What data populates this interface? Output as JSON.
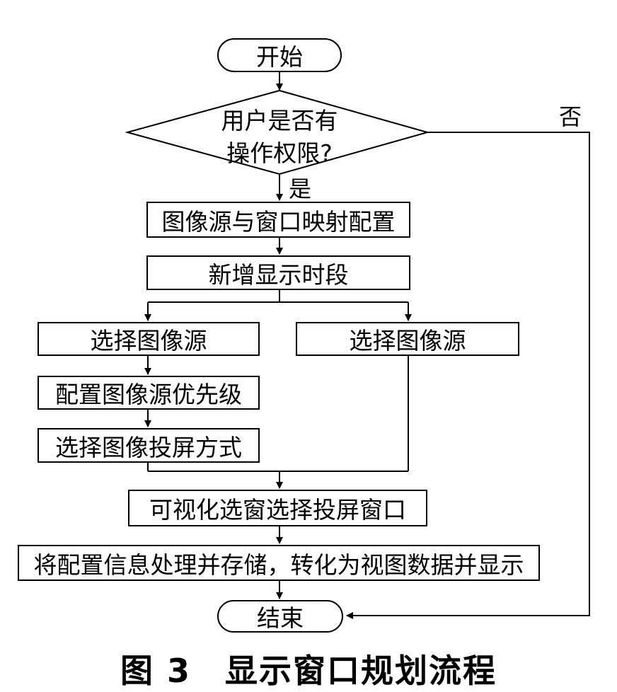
{
  "flowchart": {
    "start": "开始",
    "decision_line1": "用户是否有",
    "decision_line2": "操作权限?",
    "yes": "是",
    "no": "否",
    "step_mapping": "图像源与窗口映射配置",
    "step_add_period": "新增显示时段",
    "step_select_source_left": "选择图像源",
    "step_select_source_right": "选择图像源",
    "step_priority": "配置图像源优先级",
    "step_projection_mode": "选择图像投屏方式",
    "step_select_window": "可视化选窗选择投屏窗口",
    "step_process": "将配置信息处理并存储，转化为视图数据并显示",
    "end": "结束"
  },
  "caption": "图 3　显示窗口规划流程"
}
